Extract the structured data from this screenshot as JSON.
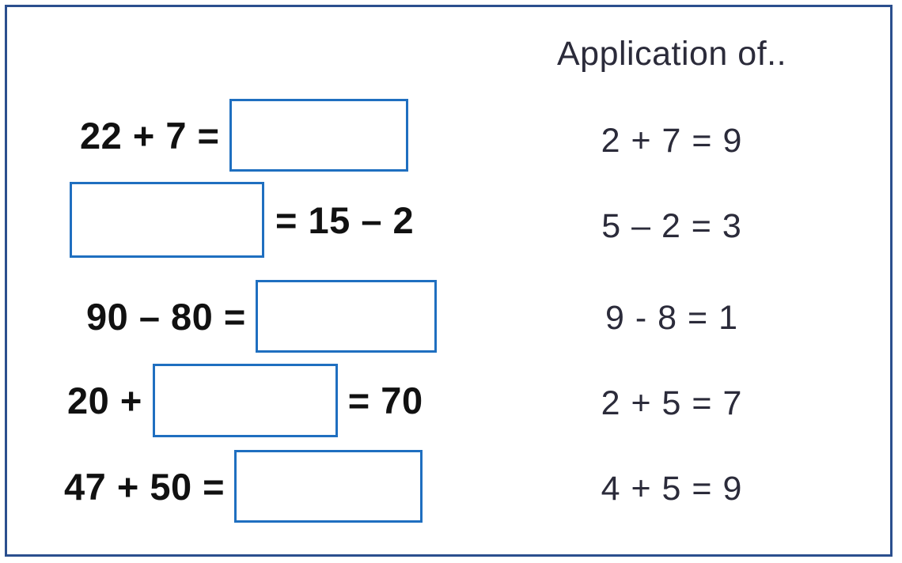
{
  "page": {
    "background_color": "#ffffff",
    "frame_color": "#2b4f8e",
    "answer_box_border_color": "#1f6fc0",
    "left_text_color": "#111111",
    "right_text_color": "#2b2b3a"
  },
  "worksheet": {
    "left_column": {
      "rows": [
        {
          "id": "row-1",
          "prefix": "22 + 7 =",
          "suffix": "",
          "box_value": "",
          "box_position": "after"
        },
        {
          "id": "row-2",
          "prefix": "",
          "suffix": "= 15 – 2",
          "box_value": "",
          "box_position": "before"
        },
        {
          "id": "row-3",
          "prefix": "90 – 80 =",
          "suffix": "",
          "box_value": "",
          "box_position": "after"
        },
        {
          "id": "row-4",
          "prefix": "20 +",
          "suffix": "= 70",
          "box_value": "",
          "box_position": "middle"
        },
        {
          "id": "row-5",
          "prefix": "47 + 50 =",
          "suffix": "",
          "box_value": "",
          "box_position": "after"
        }
      ]
    },
    "right_column": {
      "title": "Application of..",
      "rows": [
        {
          "id": "app-1",
          "text": "2 + 7 = 9"
        },
        {
          "id": "app-2",
          "text": "5 – 2 = 3"
        },
        {
          "id": "app-3",
          "text": "9 - 8 = 1"
        },
        {
          "id": "app-4",
          "text": "2 + 5 = 7"
        },
        {
          "id": "app-5",
          "text": "4 + 5 = 9"
        }
      ]
    }
  }
}
